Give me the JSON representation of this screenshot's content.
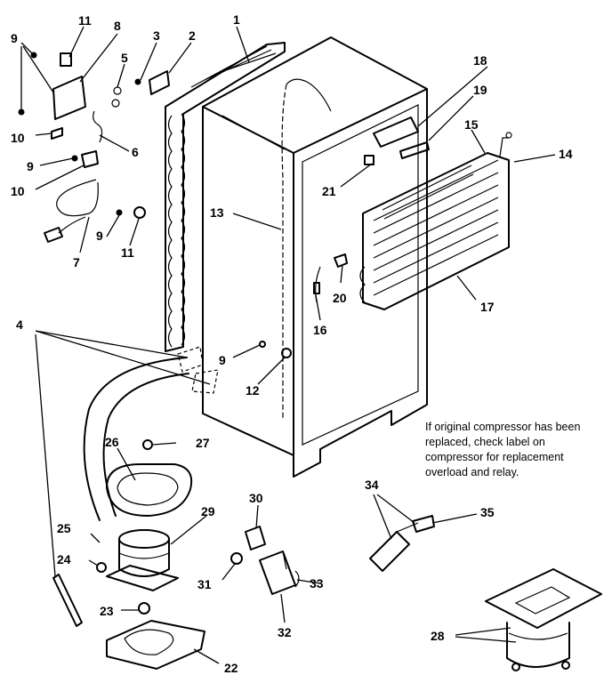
{
  "callouts": {
    "c1": "1",
    "c2": "2",
    "c3": "3",
    "c4": "4",
    "c5": "5",
    "c6": "6",
    "c7": "7",
    "c8": "8",
    "c9a": "9",
    "c9b": "9",
    "c9c": "9",
    "c9d": "9",
    "c10a": "10",
    "c10b": "10",
    "c11a": "11",
    "c11b": "11",
    "c12": "12",
    "c13": "13",
    "c14": "14",
    "c15": "15",
    "c16": "16",
    "c17": "17",
    "c18": "18",
    "c19": "19",
    "c20": "20",
    "c21": "21",
    "c22": "22",
    "c23": "23",
    "c24": "24",
    "c25": "25",
    "c26": "26",
    "c27": "27",
    "c28": "28",
    "c29": "29",
    "c30": "30",
    "c31": "31",
    "c32": "32",
    "c33": "33",
    "c34": "34",
    "c35": "35"
  },
  "note": {
    "line1": "If original compressor has been",
    "line2": "replaced, check label on",
    "line3": "compressor for replacement",
    "line4": "overload and relay."
  }
}
